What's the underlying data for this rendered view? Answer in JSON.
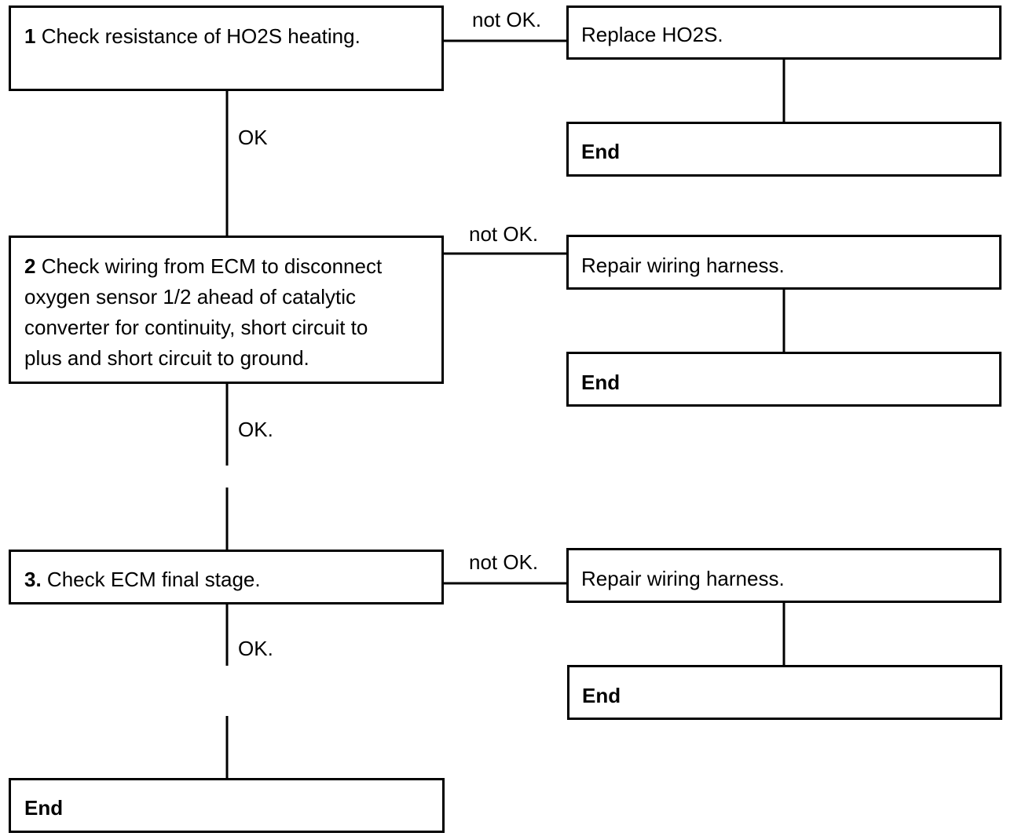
{
  "steps": [
    {
      "number": "1",
      "text": "Check resistance of HO2S heating."
    },
    {
      "number": "2",
      "text": "Check wiring from ECM to disconnect\noxygen sensor 1/2 ahead of catalytic\nconverter for continuity, short circuit to\nplus and short circuit to ground."
    },
    {
      "number": "3.",
      "text": "Check ECM final stage."
    }
  ],
  "actions": [
    {
      "text": "Replace HO2S."
    },
    {
      "text": "Repair wiring harness."
    },
    {
      "text": "Repair wiring harness."
    }
  ],
  "end_label": "End",
  "labels": {
    "not_ok_1": "not OK.",
    "not_ok_2": "not OK.",
    "not_ok_3": "not OK.",
    "ok_1": "OK",
    "ok_2": "OK.",
    "ok_3": "OK."
  }
}
